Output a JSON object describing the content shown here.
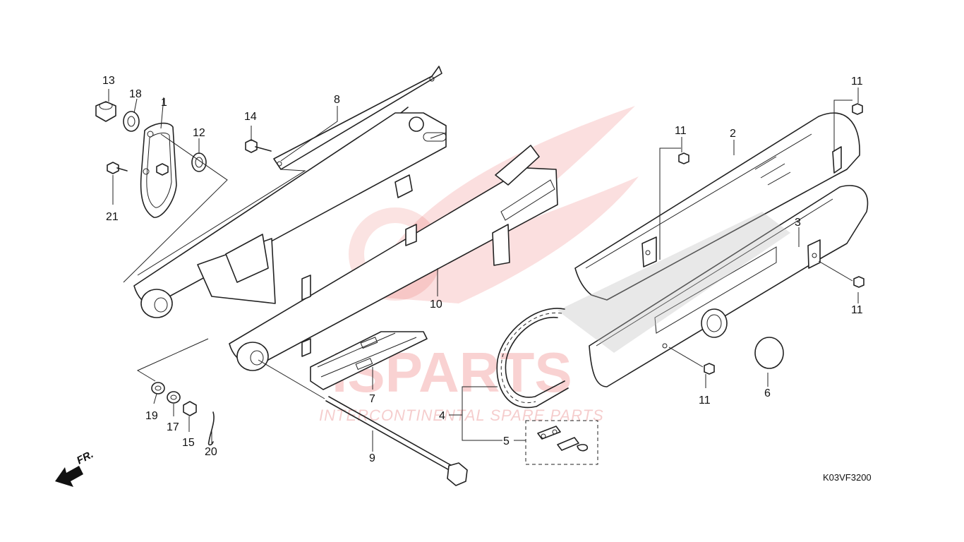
{
  "diagram": {
    "code": "K03VF3200",
    "front_indicator": "FR.",
    "callouts": [
      {
        "id": "c1",
        "label": "1"
      },
      {
        "id": "c2",
        "label": "2"
      },
      {
        "id": "c3",
        "label": "3"
      },
      {
        "id": "c4",
        "label": "4"
      },
      {
        "id": "c5",
        "label": "5"
      },
      {
        "id": "c6",
        "label": "6"
      },
      {
        "id": "c7",
        "label": "7"
      },
      {
        "id": "c8",
        "label": "8"
      },
      {
        "id": "c9",
        "label": "9"
      },
      {
        "id": "c10",
        "label": "10"
      },
      {
        "id": "c11a",
        "label": "11"
      },
      {
        "id": "c11b",
        "label": "11"
      },
      {
        "id": "c11c",
        "label": "11"
      },
      {
        "id": "c11d",
        "label": "11"
      },
      {
        "id": "c12",
        "label": "12"
      },
      {
        "id": "c13",
        "label": "13"
      },
      {
        "id": "c14",
        "label": "14"
      },
      {
        "id": "c15",
        "label": "15"
      },
      {
        "id": "c17",
        "label": "17"
      },
      {
        "id": "c18",
        "label": "18"
      },
      {
        "id": "c19",
        "label": "19"
      },
      {
        "id": "c20",
        "label": "20"
      },
      {
        "id": "c21",
        "label": "21"
      }
    ]
  },
  "watermark": {
    "brand": "ISPARTS",
    "tagline": "INTERCONTINENTAL SPARE PARTS",
    "color": "#e53935"
  }
}
